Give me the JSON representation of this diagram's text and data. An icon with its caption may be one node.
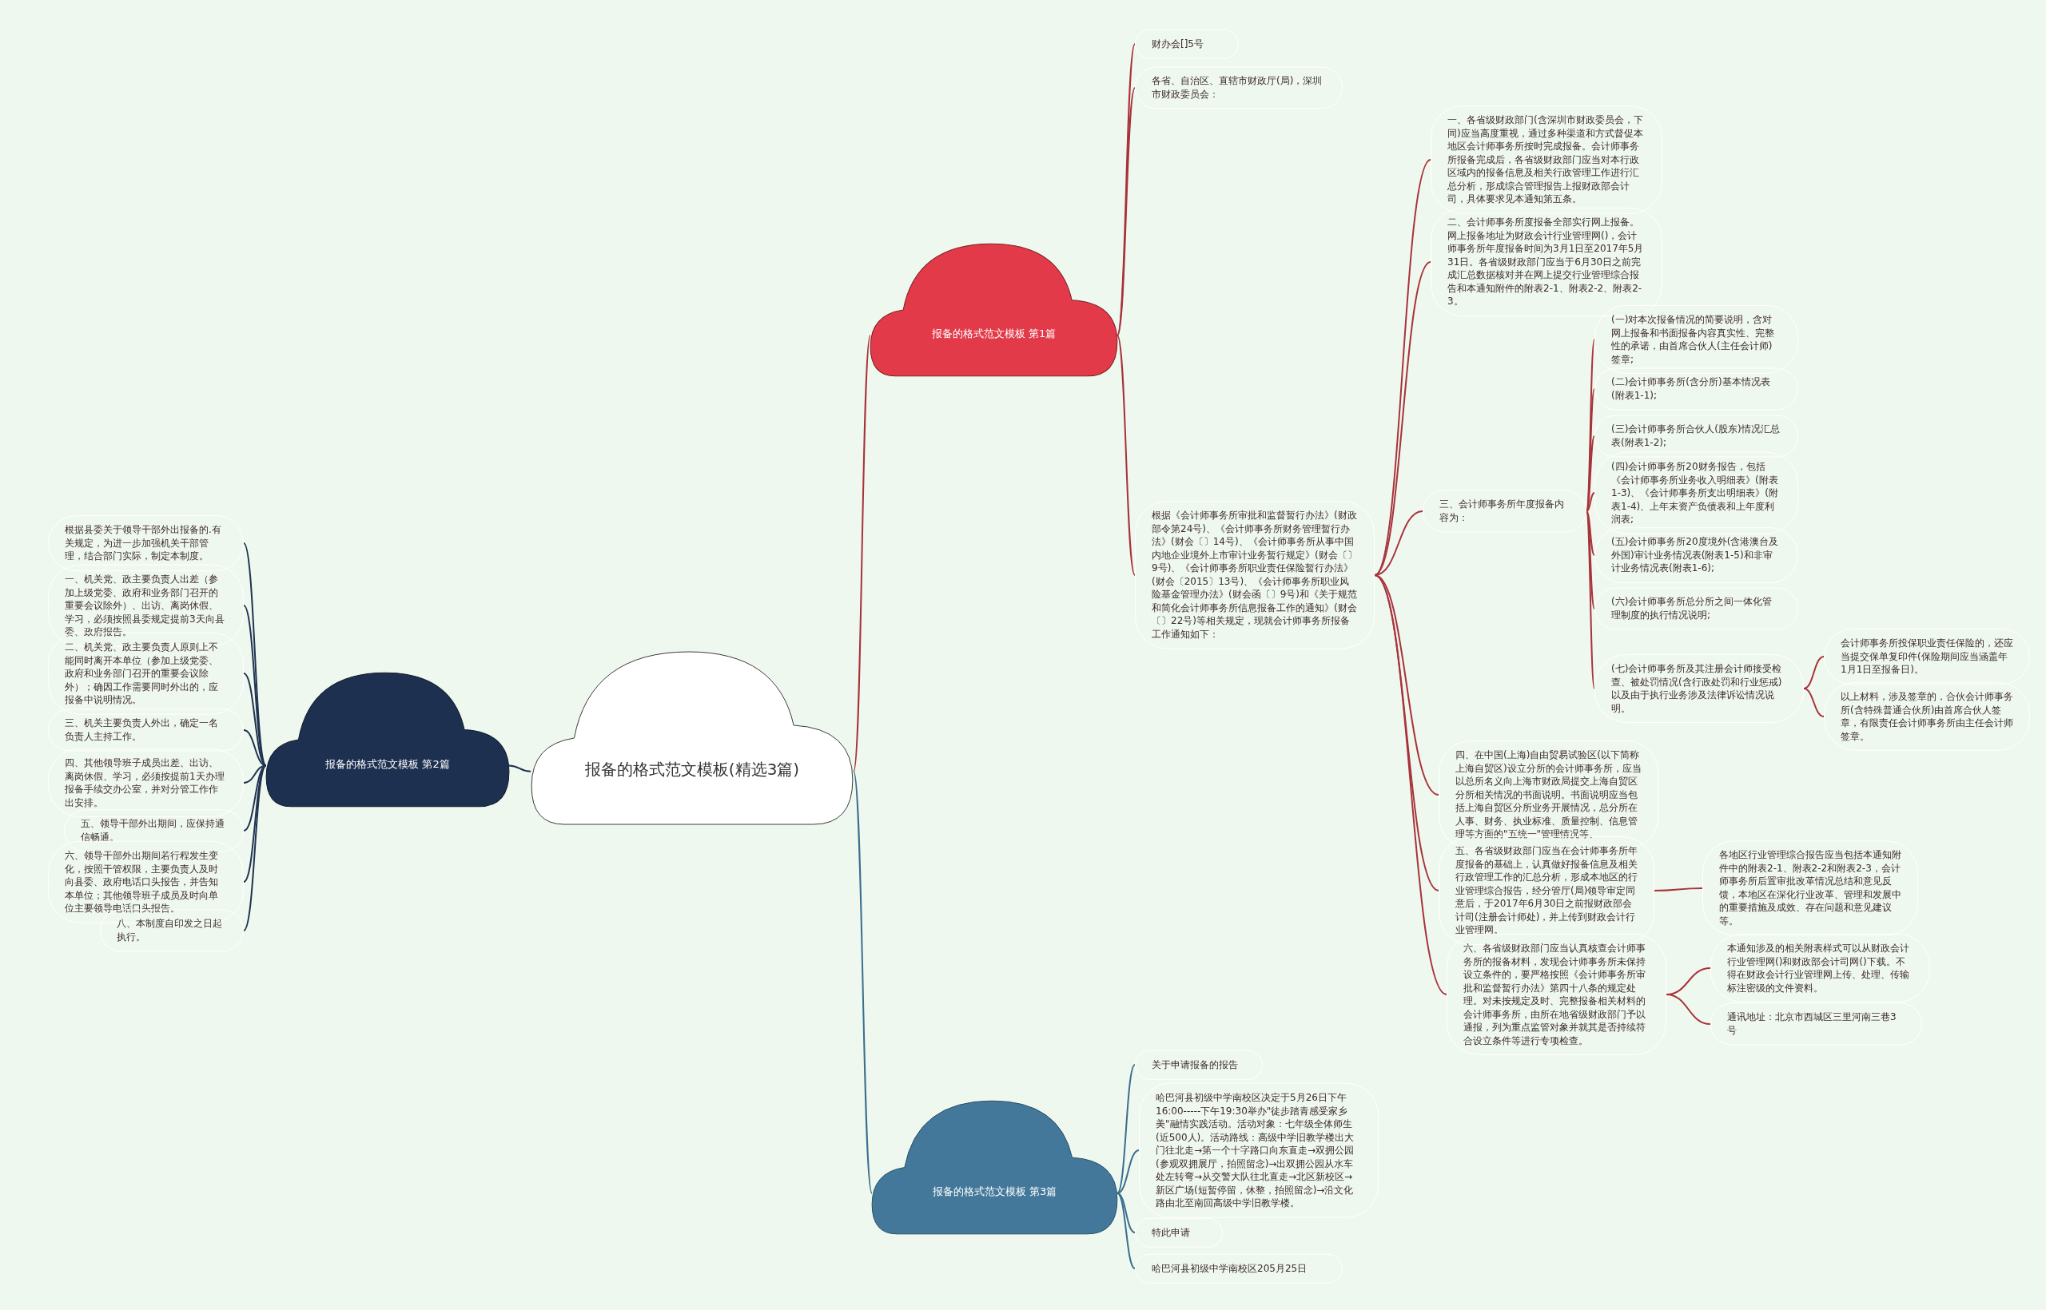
{
  "diagram": {
    "nodes": [
      {
        "text": [
          "报备的格式范文模板(精选3篇)"
        ]
      },
      {
        "text": [
          "报备的格式范文模板 第1篇"
        ]
      },
      {
        "text": [
          "报备的格式范文模板 第2篇"
        ]
      },
      {
        "text": [
          "报备的格式范文模板 第3篇"
        ]
      },
      {
        "text": [
          "财办会[]5号"
        ]
      },
      {
        "text": [
          "各省、自治区、直辖市财政厅(局)，深圳市财政委员会："
        ]
      },
      {
        "text": [
          "根据《会计师事务所审批和监督暂行办法》(财政部令第24号)、《会计师事务所财务管理暂行办法》(财会〔〕14号)、《会计师事务所从事中国内地企业境外上市审计业务暂行规定》(财会〔〕9号)、《会计师事务所职业责任保险暂行办法》(财会〔2015〕13号)、《会计师事务所职业风险基金管理办法》(财会函〔〕9号)和《关于规范和简化会计师事务所信息报备工作的通知》(财会〔〕22号)等相关规定，现就会计师事务所报备工作通知如下："
        ]
      },
      {
        "text": [
          "一、各省级财政部门(含深圳市财政委员会，下同)应当高度重视，通过多种渠道和方式督促本地区会计师事务所按时完成报备。会计师事务所报备完成后，各省级财政部门应当对本行政区域内的报备信息及相关行政管理工作进行汇总分析，形成综合管理报告上报财政部会计司，具体要求见本通知第五条。"
        ]
      },
      {
        "text": [
          "二、会计师事务所度报备全部实行网上报备。网上报备地址为财政会计行业管理网()，会计师事务所年度报备时间为3月1日至2017年5月31日。各省级财政部门应当于6月30日之前完成汇总数据核对并在网上提交行业管理综合报告和本通知附件的附表2-1、附表2-2、附表2-3。"
        ]
      },
      {
        "text": [
          "三、会计师事务所年度报备内容为："
        ]
      },
      {
        "text": [
          "(一)对本次报备情况的简要说明，含对网上报备和书面报备内容真实性、完整性的承诺，由首席合伙人(主任会计师)签章;"
        ]
      },
      {
        "text": [
          "(二)会计师事务所(含分所)基本情况表(附表1-1);"
        ]
      },
      {
        "text": [
          "(三)会计师事务所合伙人(股东)情况汇总表(附表1-2);"
        ]
      },
      {
        "text": [
          "(四)会计师事务所20财务报告，包括《会计师事务所业务收入明细表》(附表1-3)、《会计师事务所支出明细表》(附表1-4)、上年末资产负债表和上年度利润表;"
        ]
      },
      {
        "text": [
          "(五)会计师事务所20度境外(含港澳台及外国)审计业务情况表(附表1-5)和非审计业务情况表(附表1-6);"
        ]
      },
      {
        "text": [
          "(六)会计师事务所总分所之间一体化管理制度的执行情况说明;"
        ]
      },
      {
        "text": [
          "(七)会计师事务所及其注册会计师接受检查、被处罚情况(含行政处罚和行业惩戒)以及由于执行业务涉及法律诉讼情况说明。"
        ]
      },
      {
        "text": [
          "会计师事务所投保职业责任保险的，还应当提交保单复印件(保险期间应当涵盖年1月1日至报备日)。"
        ]
      },
      {
        "text": [
          "以上材料，涉及签章的，合伙会计师事务所(含特殊普通合伙所)由首席合伙人签章，有限责任会计师事务所由主任会计师签章。"
        ]
      },
      {
        "text": [
          "四、在中国(上海)自由贸易试验区(以下简称上海自贸区)设立分所的会计师事务所，应当以总所名义向上海市财政局提交上海自贸区分所相关情况的书面说明。书面说明应当包括上海自贸区分所业务开展情况，总分所在人事、财务、执业标准、质量控制、信息管理等方面的\"五统一\"管理情况等。"
        ]
      },
      {
        "text": [
          "五、各省级财政部门应当在会计师事务所年度报备的基础上，认真做好报备信息及相关行政管理工作的汇总分析，形成本地区的行业管理综合报告，经分管厅(局)领导审定同意后，于2017年6月30日之前报财政部会计司(注册会计师处)，并上传到财政会计行业管理网。"
        ]
      },
      {
        "text": [
          "各地区行业管理综合报告应当包括本通知附件中的附表2-1、附表2-2和附表2-3，会计师事务所后置审批改革情况总结和意见反馈，本地区在深化行业改革、管理和发展中的重要措施及成效、存在问题和意见建议等。"
        ]
      },
      {
        "text": [
          "六、各省级财政部门应当认真核查会计师事务所的报备材料，发现会计师事务所未保持设立条件的，要严格按照《会计师事务所审批和监督暂行办法》第四十八条的规定处理。对未按规定及时、完整报备相关材料的会计师事务所，由所在地省级财政部门予以通报，列为重点监管对象并就其是否持续符合设立条件等进行专项检查。"
        ]
      },
      {
        "text": [
          "本通知涉及的相关附表样式可以从财政会计行业管理网()和财政部会计司网()下载。不得在财政会计行业管理网上传、处理、传输标注密级的文件资料。"
        ]
      },
      {
        "text": [
          "通讯地址：北京市西城区三里河南三巷3号"
        ]
      },
      {
        "text": [
          "根据县委关于领导干部外出报备的.有关规定，为进一步加强机关干部管理，结合部门实际，制定本制度。"
        ]
      },
      {
        "text": [
          "一、机关党、政主要负责人出差（参加上级党委、政府和业务部门召开的重要会议除外）、出访、离岗休假、学习，必须按照县委规定提前3天向县委、政府报告。"
        ]
      },
      {
        "text": [
          "二、机关党、政主要负责人原则上不能同时离开本单位（参加上级党委、政府和业务部门召开的重要会议除外）；确因工作需要同时外出的，应报备中说明情况。"
        ]
      },
      {
        "text": [
          "三、机关主要负责人外出，确定一名负责人主持工作。"
        ]
      },
      {
        "text": [
          "四、其他领导班子成员出差、出访、离岗休假、学习，必须按提前1天办理报备手续交办公室，并对分管工作作出安排。"
        ]
      },
      {
        "text": [
          "五、领导干部外出期间，应保持通信畅通。"
        ]
      },
      {
        "text": [
          "六、领导干部外出期间若行程发生变化，按照干管权限，主要负责人及时向县委、政府电话口头报告，并告知本单位；其他领导班子成员及时向单位主要领导电话口头报告。"
        ]
      },
      {
        "text": [
          "八、本制度自印发之日起执行。"
        ]
      },
      {
        "text": [
          "关于申请报备的报告"
        ]
      },
      {
        "text": [
          "哈巴河县初级中学南校区决定于5月26日下午16:00-----下午19:30举办\"徒步踏青感受家乡美\"融情实践活动。活动对象：七年级全体师生(近500人)。活动路线：高级中学旧教学楼出大门往北走→第一个十字路口向东直走→双拥公园(参观双拥展厅，拍照留念)→出双拥公园从水车处左转弯→从交警大队往北直走→北区新校区→新区广场(短暂停留，休整，拍照留念)→沿文化路由北至南回高级中学旧教学楼。"
        ]
      },
      {
        "text": [
          "特此申请"
        ]
      },
      {
        "text": [
          "哈巴河县初级中学南校区205月25日"
        ]
      }
    ],
    "edges": [
      {
        "from": 0,
        "to": 1,
        "arrow": "none"
      },
      {
        "from": 0,
        "to": 2,
        "arrow": "none",
        "color": "#1f3250"
      },
      {
        "from": 0,
        "to": 3,
        "arrow": "none",
        "color": "#3a6e8e"
      },
      {
        "from": 1,
        "to": 4,
        "arrow": "none"
      },
      {
        "from": 1,
        "to": 5,
        "arrow": "none"
      },
      {
        "from": 1,
        "to": 6,
        "arrow": "none"
      },
      {
        "from": 6,
        "to": 7,
        "arrow": "none"
      },
      {
        "from": 6,
        "to": 8,
        "arrow": "none"
      },
      {
        "from": 6,
        "to": 9,
        "arrow": "none"
      },
      {
        "from": 9,
        "to": 10,
        "arrow": "none"
      },
      {
        "from": 9,
        "to": 11,
        "arrow": "none"
      },
      {
        "from": 9,
        "to": 12,
        "arrow": "none"
      },
      {
        "from": 9,
        "to": 13,
        "arrow": "none"
      },
      {
        "from": 9,
        "to": 14,
        "arrow": "none"
      },
      {
        "from": 9,
        "to": 15,
        "arrow": "none"
      },
      {
        "from": 9,
        "to": 16,
        "arrow": "none"
      },
      {
        "from": 16,
        "to": 17,
        "arrow": "none"
      },
      {
        "from": 16,
        "to": 18,
        "arrow": "none"
      },
      {
        "from": 6,
        "to": 19,
        "arrow": "none"
      },
      {
        "from": 6,
        "to": 20,
        "arrow": "none"
      },
      {
        "from": 20,
        "to": 21,
        "arrow": "none"
      },
      {
        "from": 6,
        "to": 22,
        "arrow": "none"
      },
      {
        "from": 22,
        "to": 23,
        "arrow": "none"
      },
      {
        "from": 22,
        "to": 24,
        "arrow": "none"
      },
      {
        "from": 2,
        "to": 25,
        "arrow": "none",
        "color": "#1f3250"
      },
      {
        "from": 2,
        "to": 26,
        "arrow": "none",
        "color": "#1f3250"
      },
      {
        "from": 2,
        "to": 27,
        "arrow": "none",
        "color": "#1f3250"
      },
      {
        "from": 2,
        "to": 28,
        "arrow": "none",
        "color": "#1f3250"
      },
      {
        "from": 2,
        "to": 29,
        "arrow": "none",
        "color": "#1f3250"
      },
      {
        "from": 2,
        "to": 30,
        "arrow": "none",
        "color": "#1f3250"
      },
      {
        "from": 2,
        "to": 31,
        "arrow": "none",
        "color": "#1f3250"
      },
      {
        "from": 2,
        "to": 32,
        "arrow": "none",
        "color": "#1f3250"
      },
      {
        "from": 3,
        "to": 33,
        "arrow": "none",
        "color": "#3a6e8e"
      },
      {
        "from": 3,
        "to": 34,
        "arrow": "none",
        "color": "#3a6e8e"
      },
      {
        "from": 3,
        "to": 35,
        "arrow": "none",
        "color": "#3a6e8e"
      },
      {
        "from": 3,
        "to": 36,
        "arrow": "none",
        "color": "#3a6e8e"
      }
    ]
  }
}
